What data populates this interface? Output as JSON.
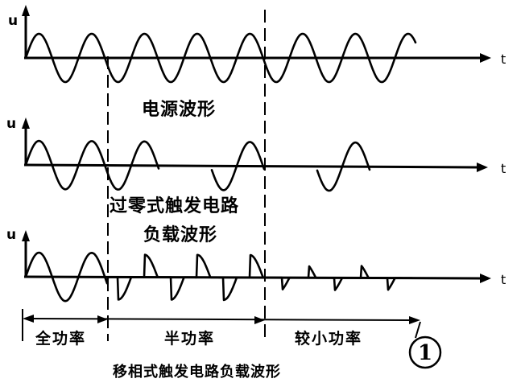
{
  "axes": {
    "u_label": "u",
    "t_label": "t"
  },
  "labels": {
    "power_source": "电源波形",
    "zero_cross_line1": "过零式触发电路",
    "zero_cross_line2": "负载波形",
    "full_power": "全功率",
    "half_power": "半功率",
    "low_power": "较小功率",
    "phase_shift": "移相式触发电路负载波形"
  },
  "figure_number": "1"
}
